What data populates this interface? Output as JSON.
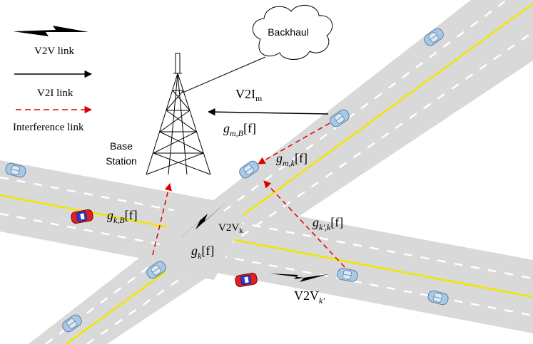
{
  "legend": {
    "v2v_label": "V2V link",
    "v2i_label": "V2I link",
    "interference_label": "Interference link"
  },
  "cloud": {
    "label": "Backhaul"
  },
  "base_station": {
    "line1": "Base",
    "line2": "Station"
  },
  "links": {
    "v2i_m": {
      "main": "V2I",
      "sub": "m"
    },
    "g_mB": {
      "g": "g",
      "sub": "m,B",
      "arg": "[f]"
    },
    "g_mk": {
      "g": "g",
      "sub": "m,k",
      "arg": "[f]"
    },
    "g_kB": {
      "g": "g",
      "sub": "k,B",
      "arg": "[f]"
    },
    "g_k": {
      "g": "g",
      "sub": "k",
      "arg": "[f]"
    },
    "g_kpk": {
      "g": "g",
      "sub": "k',k",
      "arg": "[f]"
    },
    "v2v_k": {
      "main": "V2V",
      "sub": "k"
    },
    "v2v_kp": {
      "main": "V2V",
      "sub": "k'"
    }
  },
  "colors": {
    "road": "#d9d9d9",
    "lane_marking": "#ffffff",
    "center_line": "#f2e600",
    "interference": "#e00000",
    "car_blue": "#a9c8e6",
    "car_red": "#dd2222"
  }
}
